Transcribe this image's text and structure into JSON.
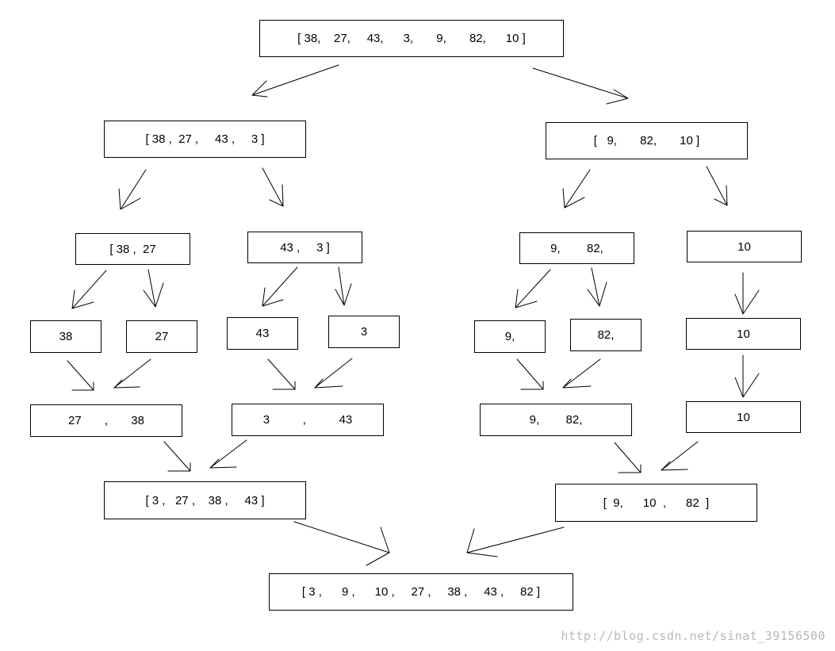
{
  "nodes": {
    "root": "[ 38,    27,     43,      3,       9,       82,      10 ]",
    "left_half": "[ 38 ,  27 ,     43 ,     3 ]",
    "right_half": "[   9,       82,       10 ]",
    "left_pair_a": "[ 38 ,  27",
    "left_pair_b": "43 ,     3 ]",
    "right_pair_a": "9,        82,",
    "right_single_a": "10",
    "leaf_38": "38",
    "leaf_27": "27",
    "leaf_43": "43",
    "leaf_3": "3",
    "leaf_9": "9,",
    "leaf_82": "82,",
    "leaf_10_b": "10",
    "merge_27_38": "27       ,       38",
    "merge_3_43": "3          ,          43",
    "merge_9_82": "9,        82,",
    "merge_10_c": "10",
    "merge_left": "[ 3 ,   27 ,    38 ,     43 ]",
    "merge_right": "[  9,      10  ,      82  ]",
    "result": "[ 3 ,      9 ,      10 ,     27 ,     38 ,     43 ,     82 ]"
  },
  "watermark": "http://blog.csdn.net/sinat_39156500"
}
